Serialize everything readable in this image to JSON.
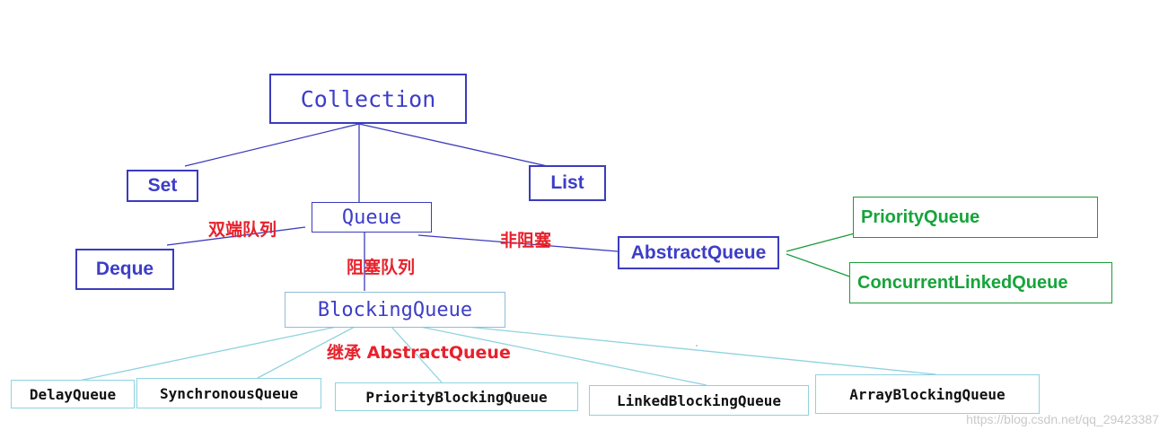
{
  "diagram": {
    "nodes": {
      "collection": "Collection",
      "set": "Set",
      "list": "List",
      "queue": "Queue",
      "deque": "Deque",
      "abstract_queue": "AbstractQueue",
      "blocking_queue": "BlockingQueue",
      "priority_queue": "PriorityQueue",
      "concurrent_linked_queue": "ConcurrentLinkedQueue",
      "delay_queue": "DelayQueue",
      "synchronous_queue": "SynchronousQueue",
      "priority_blocking_queue": "PriorityBlockingQueue",
      "linked_blocking_queue": "LinkedBlockingQueue",
      "array_blocking_queue": "ArrayBlockingQueue"
    },
    "edge_labels": {
      "deque": "双端队列",
      "blocking": "阻塞队列",
      "non_blocking": "非阻塞",
      "inherit": "继承 AbstractQueue"
    },
    "colors": {
      "blue": "#3b3bbd",
      "green": "#1b9c3a",
      "cyan": "#8fd3df",
      "red": "#e8212c"
    }
  },
  "watermark": "https://blog.csdn.net/qq_29423387"
}
